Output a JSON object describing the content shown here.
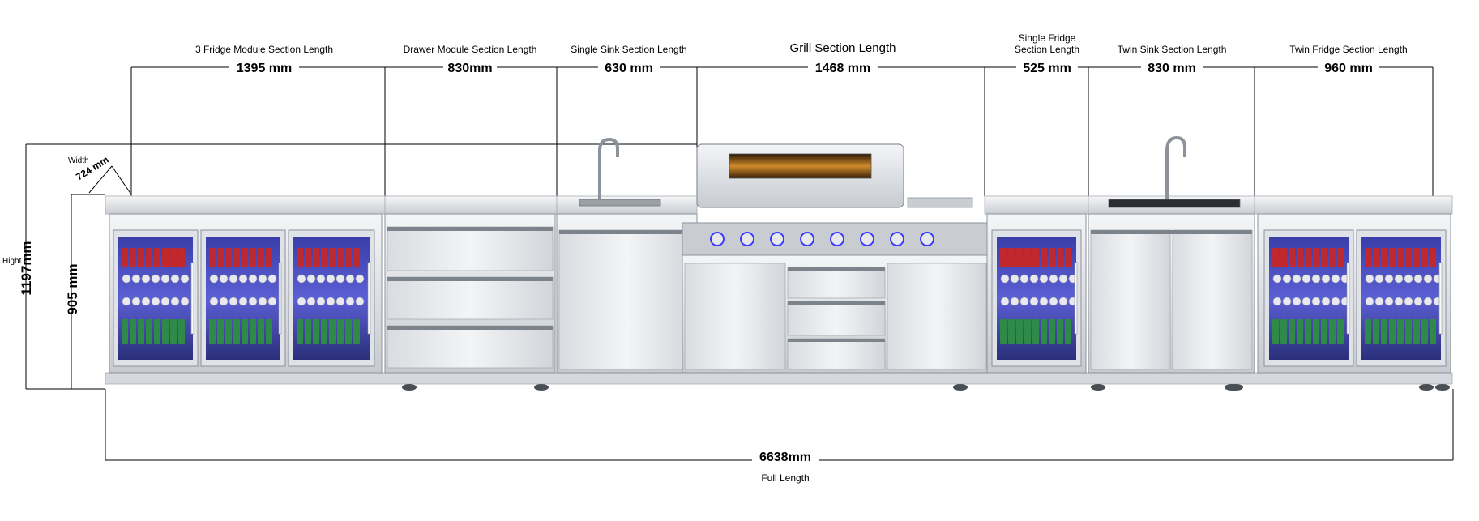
{
  "sections": [
    {
      "label": "3 Fridge Module Section Length",
      "value": "1395 mm"
    },
    {
      "label": "Drawer Module Section Length",
      "value": "830mm"
    },
    {
      "label": "Single Sink Section Length",
      "value": "630 mm"
    },
    {
      "label": "Grill Section Length",
      "value": "1468 mm"
    },
    {
      "label": "Single Fridge Section Length",
      "label_lines": [
        "Single Fridge",
        "Section Length"
      ],
      "value": "525 mm"
    },
    {
      "label": "Twin Sink Section Length",
      "value": "830 mm"
    },
    {
      "label": "Twin Fridge Section Length",
      "value": "960 mm"
    }
  ],
  "dimensions": {
    "total_height_value": "1197mm",
    "total_height_label": "Hight",
    "counter_height_value": "905 mm",
    "width_label": "Width",
    "width_value": "724 mm",
    "full_length_value": "6638mm",
    "full_length_label": "Full Length"
  },
  "colors": {
    "steel_light": "#e9ebee",
    "steel_mid": "#cfd3d8",
    "steel_dark": "#8d939a",
    "led_blue": "#3b3bff",
    "can_red": "#c0282e",
    "can_green": "#2f8a4a",
    "line": "#000000"
  }
}
